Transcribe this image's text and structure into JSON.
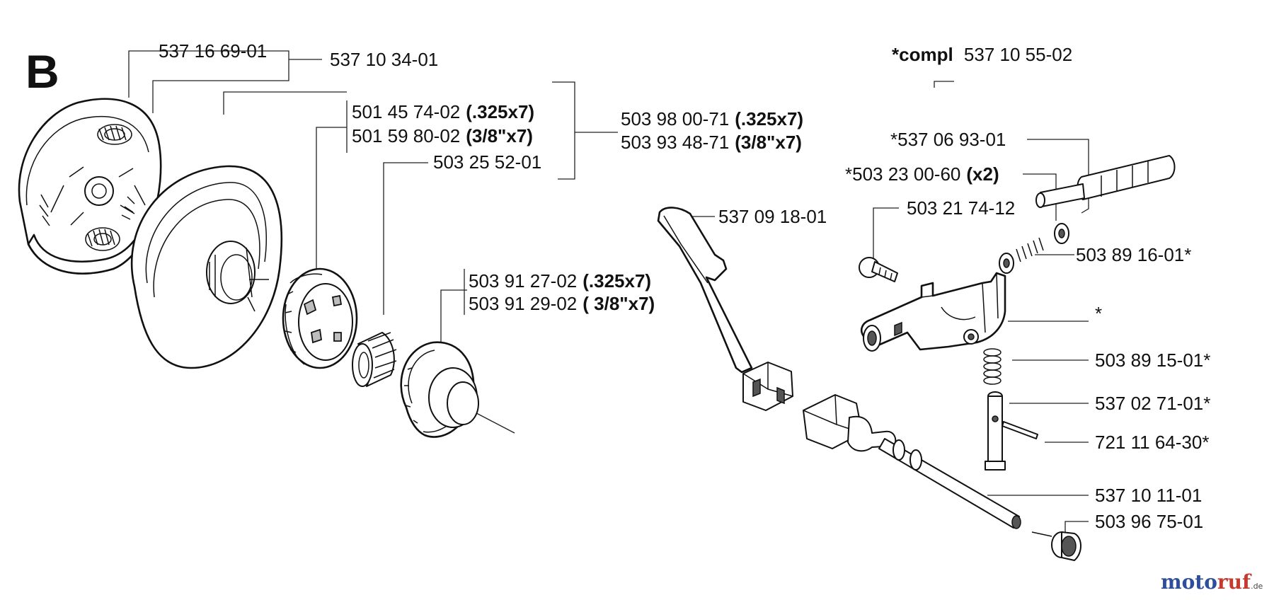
{
  "section": "B",
  "compl": {
    "prefix": "*compl",
    "number": "537 10 55-02"
  },
  "labels": [
    {
      "id": "l01",
      "number": "537 16 69-01",
      "suffix": ""
    },
    {
      "id": "l02",
      "number": "537 10 34-01",
      "suffix": ""
    },
    {
      "id": "l03",
      "number": "501 45 74-02",
      "suffix": "(.325x7)"
    },
    {
      "id": "l04",
      "number": "501 59 80-02",
      "suffix": "(3/8\"x7)"
    },
    {
      "id": "l05",
      "number": "503 98 00-71",
      "suffix": "(.325x7)"
    },
    {
      "id": "l06",
      "number": "503 93 48-71",
      "suffix": "(3/8\"x7)"
    },
    {
      "id": "l07",
      "number": "503 25 52-01",
      "suffix": ""
    },
    {
      "id": "l08",
      "number": "503 91 27-02",
      "suffix": "(.325x7)"
    },
    {
      "id": "l09",
      "number": "503 91 29-02",
      "suffix": "( 3/8\"x7)"
    },
    {
      "id": "l10",
      "number": "*537 06 93-01",
      "suffix": ""
    },
    {
      "id": "l11",
      "number": "*503 23 00-60",
      "suffix": "(x2)"
    },
    {
      "id": "l12",
      "number": "503 21 74-12",
      "suffix": ""
    },
    {
      "id": "l13",
      "number": "537 09 18-01",
      "suffix": ""
    },
    {
      "id": "l14",
      "number": "503 89 16-01*",
      "suffix": ""
    },
    {
      "id": "l15",
      "number": "*",
      "suffix": ""
    },
    {
      "id": "l16",
      "number": "503 89 15-01*",
      "suffix": ""
    },
    {
      "id": "l17",
      "number": "537 02 71-01*",
      "suffix": ""
    },
    {
      "id": "l18",
      "number": "721 11 64-30*",
      "suffix": ""
    },
    {
      "id": "l19",
      "number": "537 10 11-01",
      "suffix": ""
    },
    {
      "id": "l20",
      "number": "503 96 75-01",
      "suffix": ""
    }
  ],
  "watermark": {
    "part1": "moto",
    "part2": "ruf",
    "domain": ".de"
  },
  "colors": {
    "ink": "#111111",
    "watermark_blue": "#2e4e9c",
    "watermark_red": "#c63a2e"
  }
}
